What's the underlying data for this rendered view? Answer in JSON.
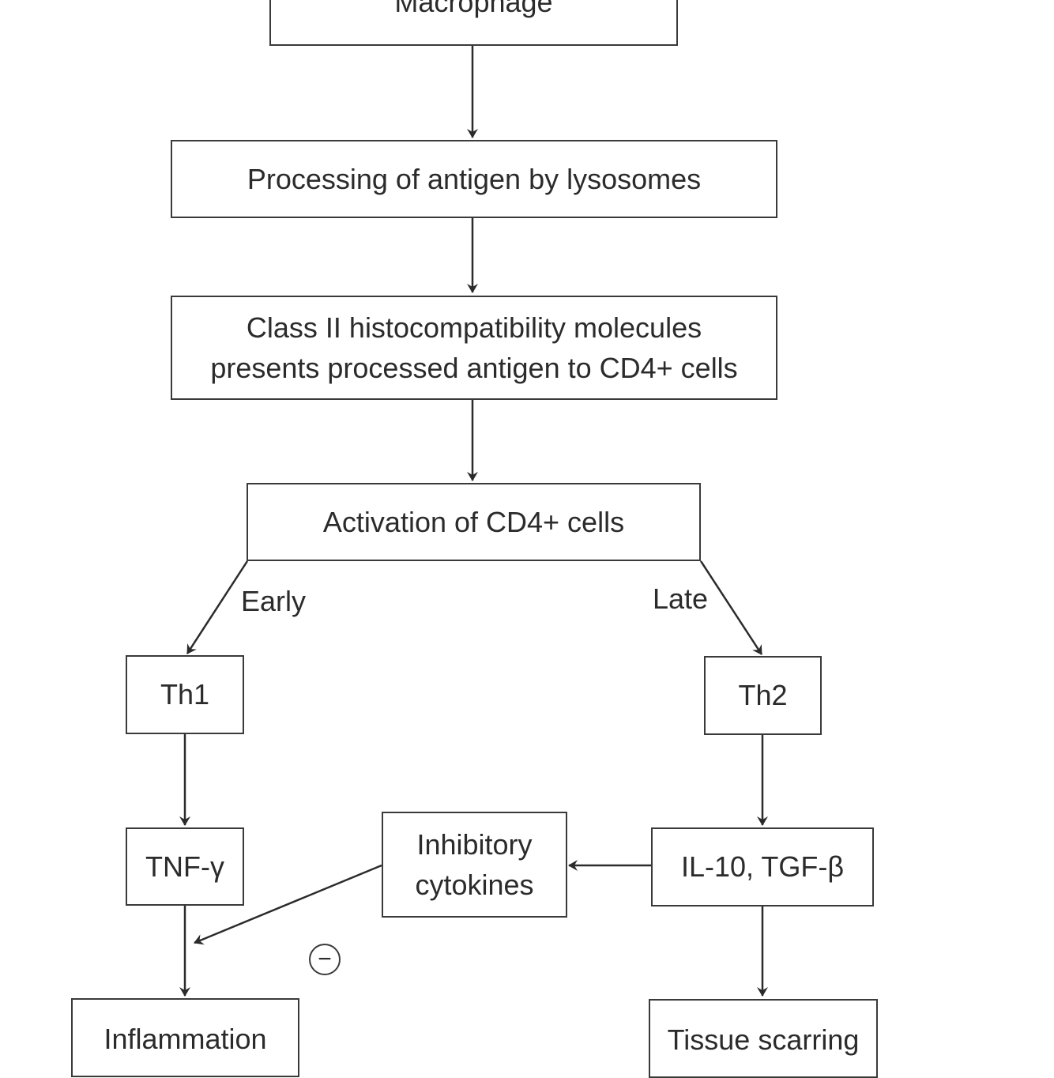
{
  "nodes": {
    "macrophage": "Macrophage",
    "processing": "Processing of antigen by lysosomes",
    "class2": "Class II histocompatibility molecules\npresents processed antigen to CD4+ cells",
    "activation": "Activation of CD4+ cells",
    "th1": "Th1",
    "th2": "Th2",
    "tnf": "TNF-γ",
    "inhibitory": "Inhibitory\ncytokines",
    "il10": "IL-10, TGF-β",
    "inflammation": "Inflammation",
    "scarring": "Tissue scarring"
  },
  "edge_labels": {
    "early": "Early",
    "late": "Late",
    "inhibit_sign": "−"
  }
}
